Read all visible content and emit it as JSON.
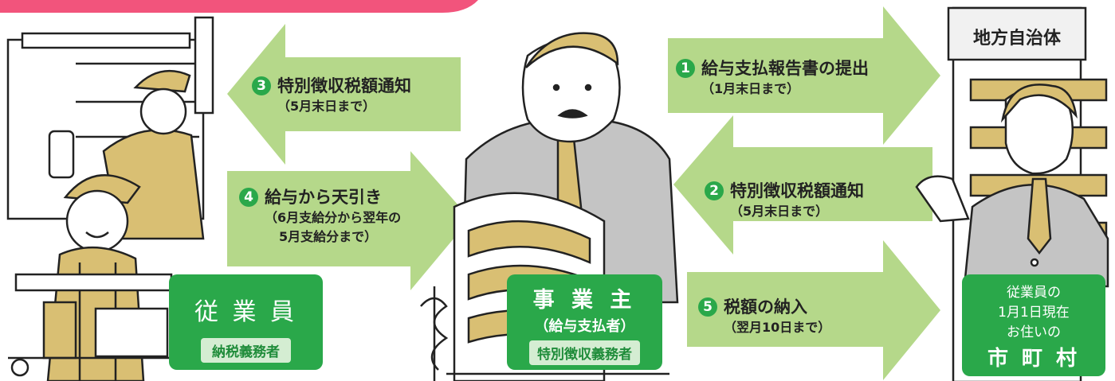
{
  "flows": [
    {
      "num": "1",
      "label": "給与支払報告書の提出",
      "sub": [
        "（1月末日まで）"
      ]
    },
    {
      "num": "2",
      "label": "特別徴収税額通知",
      "sub": [
        "（5月末日まで）"
      ]
    },
    {
      "num": "3",
      "label": "特別徴収税額通知",
      "sub": [
        "（5月末日まで）"
      ]
    },
    {
      "num": "4",
      "label": "給与から天引き",
      "sub": [
        "（6月支給分から翌年の",
        "5月支給分まで）"
      ]
    },
    {
      "num": "5",
      "label": "税額の納入",
      "sub": [
        "（翌月10日まで）"
      ]
    }
  ],
  "parties": {
    "employee": {
      "title": "従 業 員",
      "role": "納税義務者"
    },
    "employer": {
      "title": "事 業 主",
      "subtitle": "（給与支払者）",
      "role": "特別徴収義務者"
    },
    "municipality": {
      "sign": "地方自治体",
      "lines": [
        "従業員の",
        "1月1日現在",
        "お住いの"
      ],
      "title": "市 町 村"
    }
  },
  "colors": {
    "arrow": "#b5d88a",
    "box": "#2aa84a",
    "tag_bg": "#d4edd2",
    "accent_bar": "#f2547c",
    "illustration": "#d9bf73"
  }
}
